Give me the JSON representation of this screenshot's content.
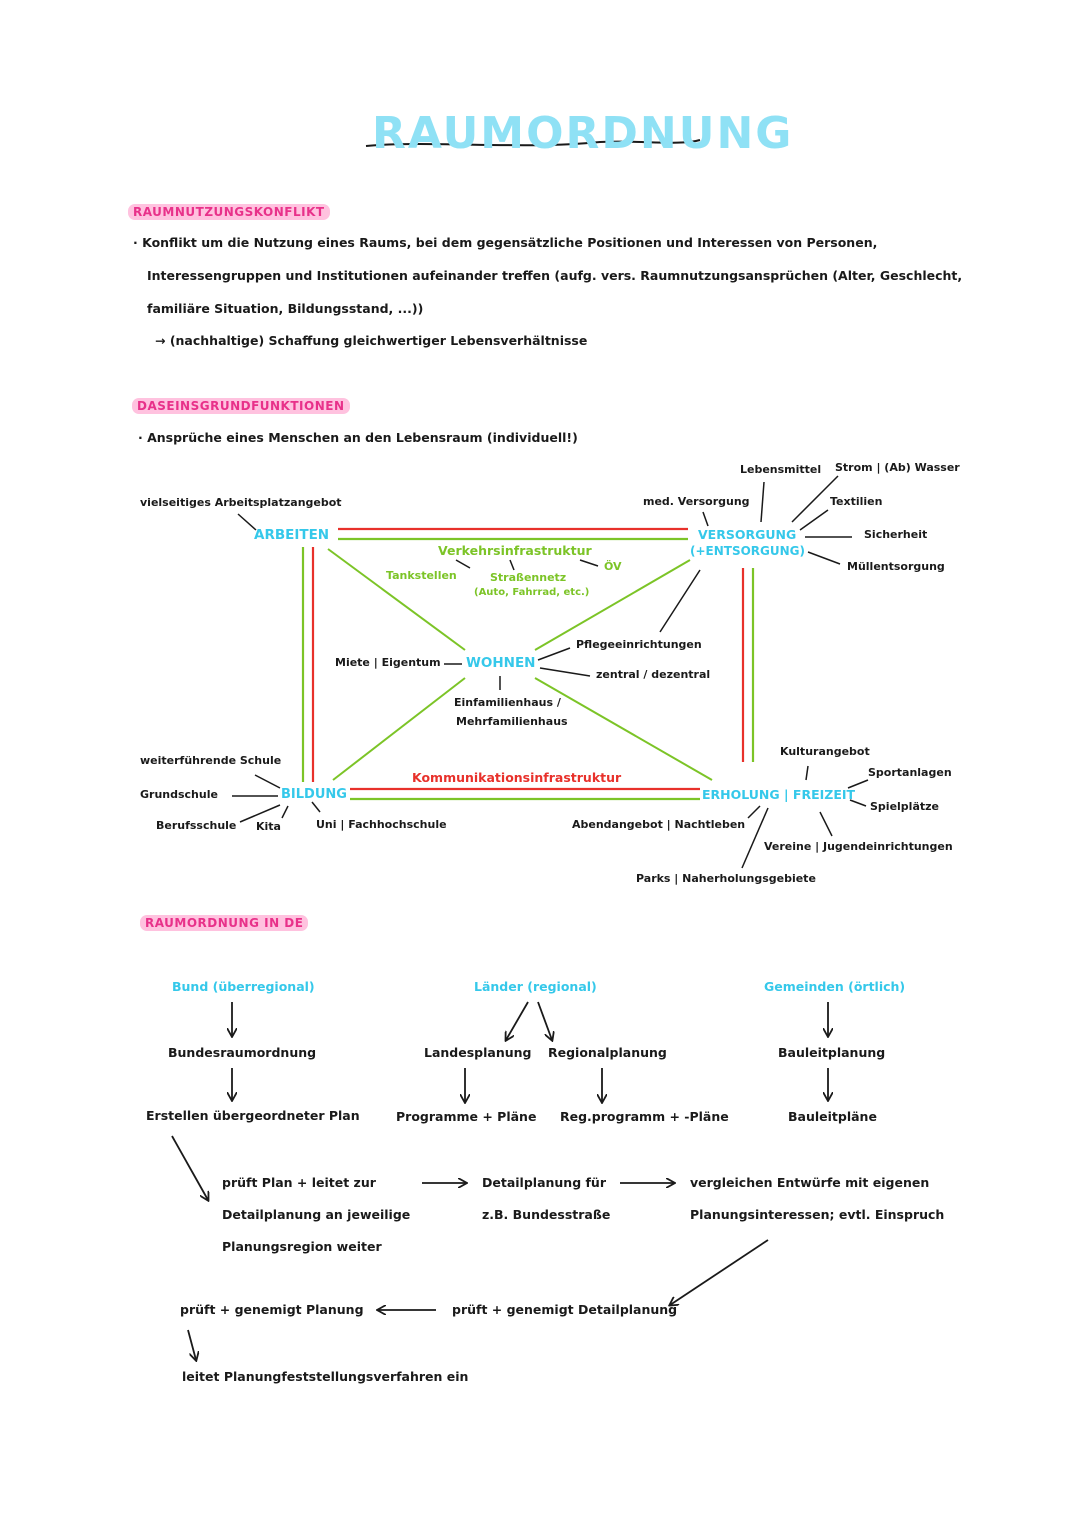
{
  "title": "RAUMORDNUNG",
  "colors": {
    "title": "#8fe1f5",
    "highlight": "#ffc2df",
    "heading_text": "#e8318a",
    "node": "#35c8ea",
    "green": "#7cc427",
    "red": "#e8312b"
  },
  "section1": {
    "heading": "RAUMNUTZUNGSKONFLIKT",
    "line1": "· Konflikt um die Nutzung eines Raums, bei dem gegensätzliche Positionen und Interessen von Personen,",
    "line2": "Interessengruppen und Institutionen aufeinander treffen (aufg. vers. Raumnutzungsansprüchen (Alter, Geschlecht,",
    "line3": "familiäre Situation, Bildungsstand, ...))",
    "line4": "→ (nachhaltige) Schaffung gleichwertiger Lebensverhältnisse"
  },
  "section2": {
    "heading": "DASEINSGRUNDFUNKTIONEN",
    "intro": "· Ansprüche eines Menschen an den Lebensraum (individuell!)",
    "nodes": {
      "arbeiten": "ARBEITEN",
      "versorgung": "VERSORGUNG",
      "entsorgung": "(+ENTSORGUNG)",
      "wohnen": "WOHNEN",
      "bildung": "BILDUNG",
      "erholung": "ERHOLUNG | FREIZEIT"
    },
    "links": {
      "verkehr": "Verkehrsinfrastruktur",
      "tankstellen": "Tankstellen",
      "strassennetz": "Straßennetz",
      "strassennetz_sub": "(Auto, Fahrrad, etc.)",
      "oev": "ÖV",
      "kommunikation": "Kommunikationsinfrastruktur"
    },
    "arbeiten_detail": "vielseitiges Arbeitsplatzangebot",
    "versorgung_details": {
      "lebensmittel": "Lebensmittel",
      "strom": "Strom | (Ab) Wasser",
      "med": "med. Versorgung",
      "textilien": "Textilien",
      "sicherheit": "Sicherheit",
      "muell": "Müllentsorgung"
    },
    "wohnen_details": {
      "miete": "Miete | Eigentum",
      "pflege": "Pflegeeinrichtungen",
      "zentral": "zentral / dezentral",
      "haus1": "Einfamilienhaus /",
      "haus2": "Mehrfamilienhaus"
    },
    "bildung_details": {
      "weiter": "weiterführende Schule",
      "grund": "Grundschule",
      "beruf": "Berufsschule",
      "kita": "Kita",
      "uni": "Uni | Fachhochschule"
    },
    "erholung_details": {
      "kultur": "Kulturangebot",
      "sport": "Sportanlagen",
      "spiel": "Spielplätze",
      "abend": "Abendangebot | Nachtleben",
      "vereine": "Vereine | Jugendeinrichtungen",
      "parks": "Parks | Naherholungsgebiete"
    }
  },
  "section3": {
    "heading": "RAUMORDNUNG IN DE",
    "bund": "Bund (überregional)",
    "laender": "Länder (regional)",
    "gemeinden": "Gemeinden (örtlich)",
    "bundesraum": "Bundesraumordnung",
    "landes": "Landesplanung",
    "regional": "Regionalplanung",
    "bauleit": "Bauleitplanung",
    "erstellen": "Erstellen übergeordneter Plan",
    "programme": "Programme + Pläne",
    "regprog": "Reg.programm + -Pläne",
    "bauleitplaene": "Bauleitpläne",
    "prueft1": "prüft Plan + leitet zur",
    "prueft2": "Detailplanung an jeweilige",
    "prueft3": "Planungsregion weiter",
    "detail1": "Detailplanung für",
    "detail2": "z.B. Bundesstraße",
    "vergl1": "vergleichen Entwürfe mit eigenen",
    "vergl2": "Planungsinteressen; evtl. Einspruch",
    "genehm_detail": "prüft + genemigt Detailplanung",
    "genehm": "prüft + genemigt Planung",
    "leitet": "leitet Planungfeststellungsverfahren ein"
  }
}
